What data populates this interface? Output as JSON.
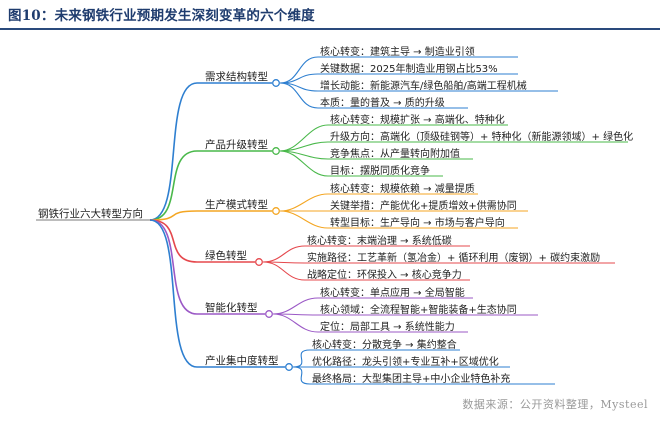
{
  "title": "图10：未来钢铁行业预期发生深刻变革的六个维度",
  "root": "钢铁行业六大转型方向",
  "branches": [
    {
      "label": "需求结构转型",
      "color": "#2e7fd0",
      "items": [
        "核心转变：建筑主导 → 制造业引领",
        "关键数据：2025年制造业用钢占比53%",
        "增长动能：新能源汽车/绿色船舶/高端工程机械",
        "本质：量的普及 → 质的升级"
      ]
    },
    {
      "label": "产品升级转型",
      "color": "#49b84a",
      "items": [
        "核心转变：规模扩张 → 高端化、特种化",
        "升级方向：高端化（顶级硅钢等）+ 特种化（新能源领域）+ 绿色化",
        "竞争焦点：从产量转向附加值",
        "目标：摆脱同质化竞争"
      ]
    },
    {
      "label": "生产模式转型",
      "color": "#f4a623",
      "items": [
        "核心转变：规模依赖 → 减量提质",
        "关键举措：产能优化+提质增效+供需协同",
        "转型目标：生产导向 → 市场与客户导向"
      ]
    },
    {
      "label": "绿色转型",
      "color": "#e5484d",
      "items": [
        "核心转变：末端治理 → 系统低碳",
        "实施路径：工艺革新（氢冶金）+ 循环利用（废钢）+ 碳约束激励",
        "战略定位：环保投入 → 核心竞争力"
      ]
    },
    {
      "label": "智能化转型",
      "color": "#9b59c6",
      "items": [
        "核心转变：单点应用 → 全局智能",
        "核心领域：全流程智能+智能装备+生态协同",
        "定位：局部工具 → 系统性能力"
      ]
    },
    {
      "label": "产业集中度转型",
      "color": "#2e7fd0",
      "items": [
        "核心转变：分散竞争 → 集约整合",
        "优化路径：龙头引领+专业互补+区域优化",
        "最终格局：大型集团主导+中小企业特色补充"
      ]
    }
  ],
  "source": "数据来源：公开资料整理，Mysteel"
}
